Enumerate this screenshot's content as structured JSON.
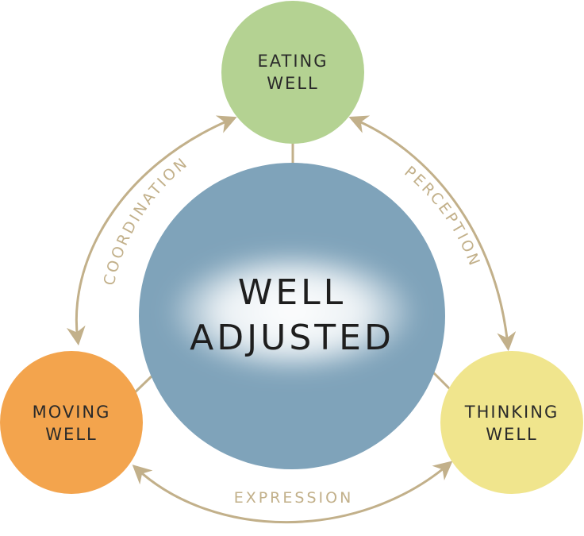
{
  "center": {
    "line1": "WELL",
    "line2": "ADJUSTED",
    "color": "#7fa3ba",
    "glow": "#ffffff"
  },
  "nodes": {
    "eating": {
      "line1": "EATING",
      "line2": "WELL",
      "color": "#b4d292"
    },
    "moving": {
      "line1": "MOVING",
      "line2": "WELL",
      "color": "#f3a44d"
    },
    "thinking": {
      "line1": "THINKING",
      "line2": "WELL",
      "color": "#f0e58d"
    }
  },
  "arcs": {
    "coordination": "COORDINATION",
    "perception": "PERCEPTION",
    "expression": "EXPRESSION",
    "color": "#c2b08a"
  }
}
